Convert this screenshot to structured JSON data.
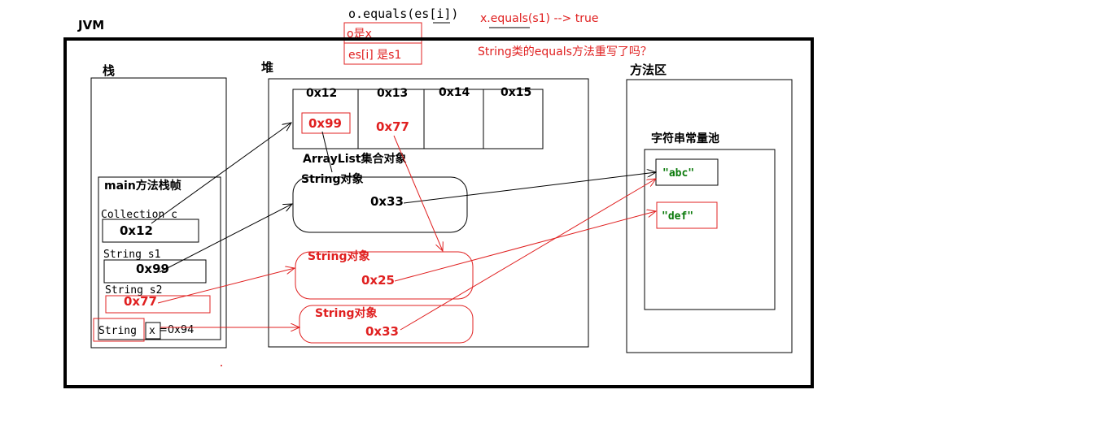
{
  "annotations": {
    "equals_call": "o.equals(es[i])",
    "o_is_x": "o是x",
    "es_is_s1": "es[i] 是s1",
    "x_equals_result": "x.equals(s1) --> true",
    "question": "String类的equals方法重写了吗？"
  },
  "jvm": {
    "label": "JVM"
  },
  "stack": {
    "label": "栈",
    "frame_title": "main方法栈帧",
    "vars": [
      {
        "decl": "Collection c",
        "value": "0x12"
      },
      {
        "decl": "String s1",
        "value": "0x99"
      },
      {
        "decl": "String s2",
        "value": "0x77"
      }
    ],
    "x_type": "String",
    "x_name": "x",
    "x_value": "=0x94"
  },
  "heap": {
    "label": "堆",
    "array_cells": [
      "0x12",
      "0x13",
      "0x14",
      "0x15"
    ],
    "array_values": [
      "0x99",
      "0x77"
    ],
    "arraylist_label": "ArrayList集合对象",
    "objects": [
      {
        "label": "String对象",
        "addr": "0x33"
      },
      {
        "label": "String对象",
        "addr": "0x25"
      },
      {
        "label": "String对象",
        "addr": "0x33"
      }
    ]
  },
  "method_area": {
    "label": "方法区",
    "pool_label": "字符串常量池",
    "strings": [
      "\"abc\"",
      "\"def\""
    ]
  },
  "colors": {
    "red": "#e02020",
    "green": "#0a7a0a",
    "black": "#000000"
  }
}
